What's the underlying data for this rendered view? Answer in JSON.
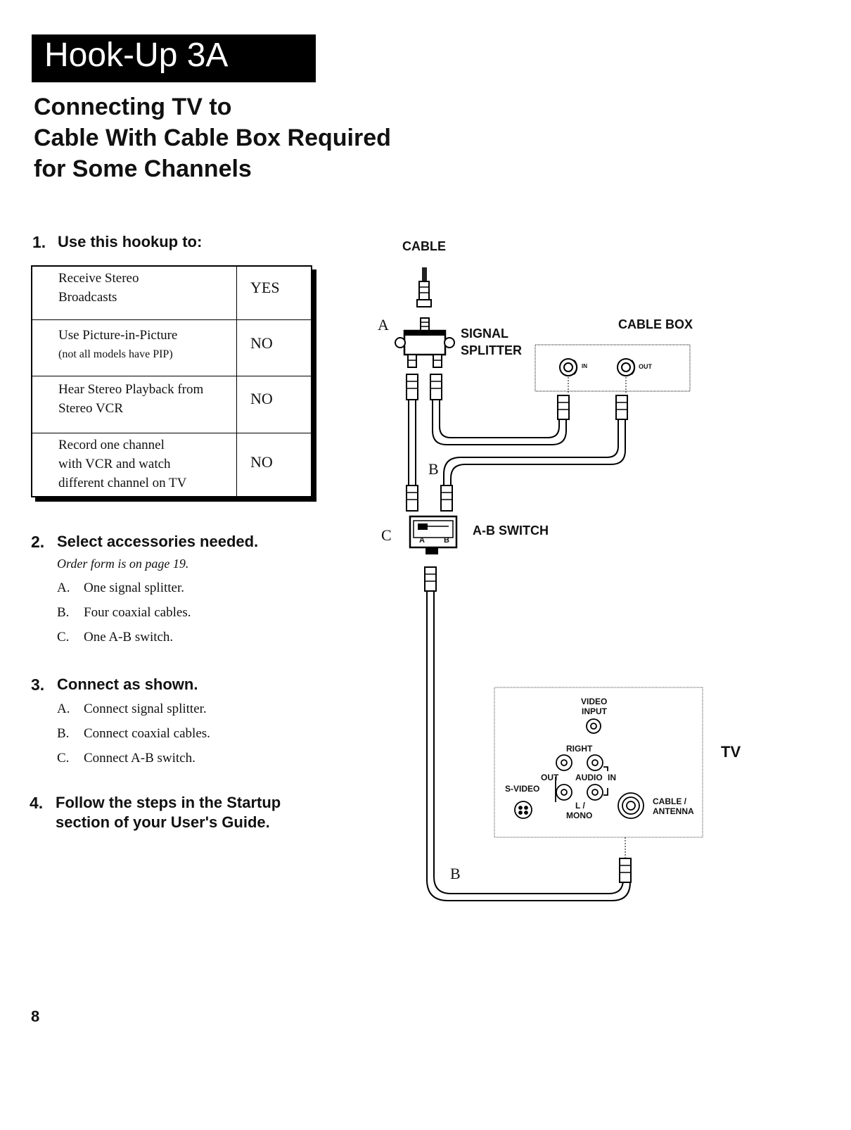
{
  "header": {
    "title": "Hook-Up 3A",
    "subtitle_lines": [
      "Connecting TV to",
      "Cable With Cable Box Required",
      "for Some Channels"
    ]
  },
  "steps": [
    {
      "number": "1.",
      "text": "Use this hookup to:"
    },
    {
      "number": "2.",
      "text": "Select accessories needed."
    },
    {
      "number": "3.",
      "text": "Connect as shown."
    },
    {
      "number": "4.",
      "text_lines": [
        "Follow the steps in the Startup",
        "section of your User's Guide."
      ]
    }
  ],
  "usage_table": [
    {
      "feature_lines": [
        "Receive Stereo",
        "Broadcasts"
      ],
      "note": "",
      "value": "YES"
    },
    {
      "feature_lines": [
        "Use Picture-in-Picture"
      ],
      "note": "(not all models have PIP)",
      "value": "NO"
    },
    {
      "feature_lines": [
        "Hear Stereo Playback from",
        "Stereo VCR"
      ],
      "note": "",
      "value": "NO"
    },
    {
      "feature_lines": [
        "Record one channel",
        "with VCR and watch",
        "different channel on TV"
      ],
      "note": "",
      "value": "NO"
    }
  ],
  "accessories": {
    "note": "Order form is on page 19.",
    "items": [
      {
        "letter": "A.",
        "text": "One signal splitter."
      },
      {
        "letter": "B.",
        "text": "Four coaxial cables."
      },
      {
        "letter": "C.",
        "text": "One A-B switch."
      }
    ]
  },
  "connect": {
    "items": [
      {
        "letter": "A.",
        "text": "Connect signal splitter."
      },
      {
        "letter": "B.",
        "text": "Connect coaxial cables."
      },
      {
        "letter": "C.",
        "text": "Connect A-B switch."
      }
    ]
  },
  "diagram": {
    "cable": "CABLE",
    "signal_splitter_lines": [
      "SIGNAL",
      "SPLITTER"
    ],
    "cable_box": "CABLE BOX",
    "cable_box_in": "IN",
    "cable_box_out": "OUT",
    "ab_switch": "A-B SWITCH",
    "switch_a": "A",
    "switch_b": "B",
    "letter_a": "A",
    "letter_b_upper": "B",
    "letter_c": "C",
    "letter_b_lower": "B",
    "tv": "TV",
    "tv_panel": {
      "video_input_lines": [
        "VIDEO",
        "INPUT"
      ],
      "right": "RIGHT",
      "out": "OUT",
      "audio": "AUDIO",
      "in": "IN",
      "s_video": "S-VIDEO",
      "l_mono_lines": [
        "L /",
        "MONO"
      ],
      "cable_antenna_lines": [
        "CABLE /",
        "ANTENNA"
      ]
    }
  },
  "page_number": "8"
}
